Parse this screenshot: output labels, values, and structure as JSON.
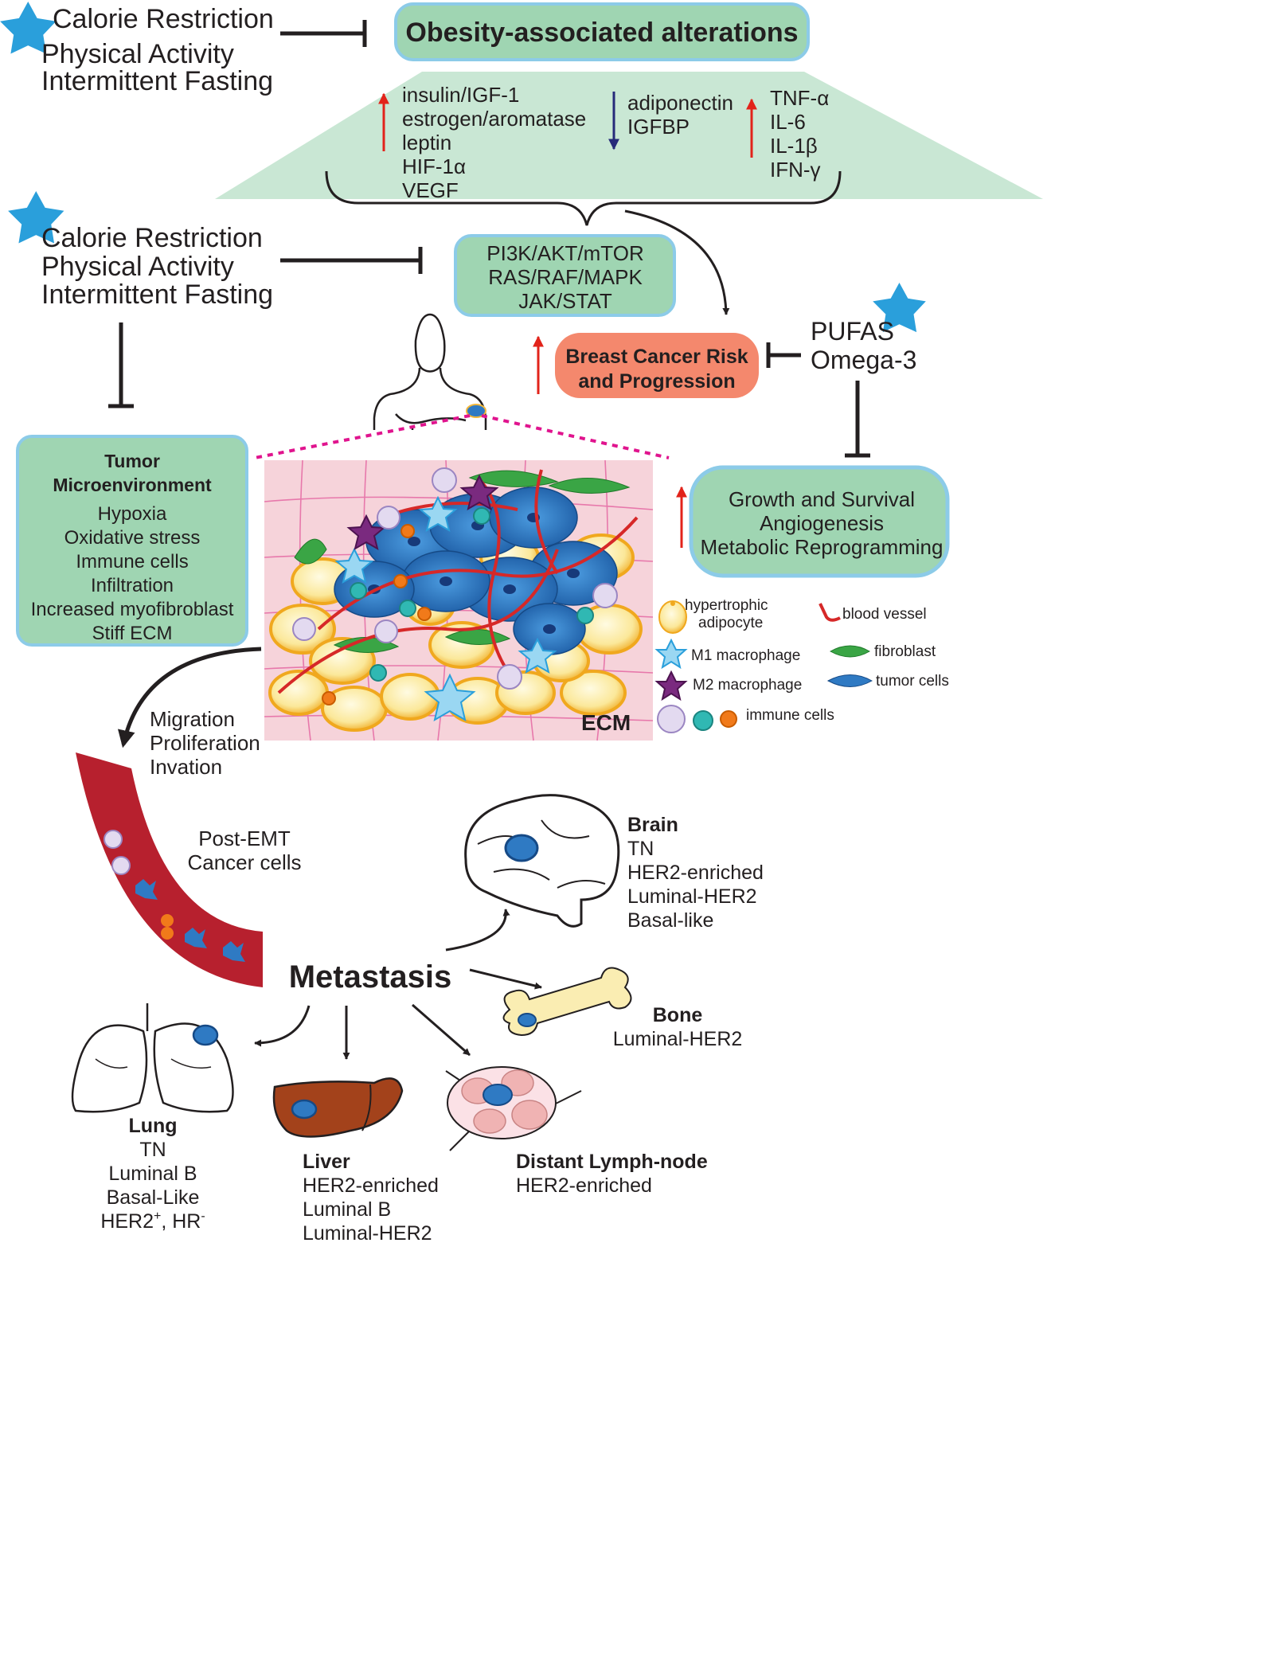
{
  "interventions_top": [
    "Calorie Restriction",
    "Physical Activity",
    "Intermittent Fasting"
  ],
  "interventions_mid": [
    "Calorie Restriction",
    "Physical Activity",
    "Intermittent Fasting"
  ],
  "obesity": {
    "title": "Obesity-associated alterations",
    "up_left": [
      "insulin/IGF-1",
      "estrogen/aromatase",
      "leptin",
      "HIF-1α",
      "VEGF"
    ],
    "down_mid": [
      "adiponectin",
      "IGFBP"
    ],
    "up_right": [
      "TNF-α",
      "IL-6",
      "IL-1β",
      "IFN-γ"
    ]
  },
  "pathways": [
    "PI3K/AKT/mTOR",
    "RAS/RAF/MAPK",
    "JAK/STAT"
  ],
  "risk": [
    "Breast Cancer Risk",
    "and Progression"
  ],
  "pufas": [
    "PUFAS",
    "Omega-3"
  ],
  "growth": [
    "Growth and Survival",
    "Angiogenesis",
    "Metabolic Reprogramming"
  ],
  "tme": {
    "title": [
      "Tumor",
      "Microenvironment"
    ],
    "items": [
      "Hypoxia",
      "Oxidative stress",
      "Immune cells",
      "Infiltration",
      "Increased myofibroblast",
      "Stiff ECM"
    ]
  },
  "ecm_label": "ECM",
  "legend": {
    "adipocyte": [
      "hypertrophic",
      "adipocyte"
    ],
    "blood_vessel": "blood vessel",
    "m1": "M1 macrophage",
    "fibroblast": "fibroblast",
    "m2": "M2 macrophage",
    "tumor": "tumor cells",
    "immune": "immune cells"
  },
  "migration": [
    "Migration",
    "Proliferation",
    "Invation"
  ],
  "post_emt": [
    "Post-EMT",
    "Cancer cells"
  ],
  "metastasis": "Metastasis",
  "brain": {
    "title": "Brain",
    "items": [
      "TN",
      "HER2-enriched",
      "Luminal-HER2",
      "Basal-like"
    ]
  },
  "bone": {
    "title": "Bone",
    "items": [
      "Luminal-HER2"
    ]
  },
  "lung": {
    "title": "Lung",
    "items": [
      "TN",
      "Luminal B",
      "Basal-Like"
    ],
    "her2_base": "HER2",
    "her2_sup": "+",
    "hr_base": ", HR",
    "hr_sup": "-"
  },
  "liver": {
    "title": "Liver",
    "items": [
      "HER2-enriched",
      "Luminal B",
      "Luminal-HER2"
    ]
  },
  "lymph": {
    "title": "Distant Lymph-node",
    "items": [
      "HER2-enriched"
    ]
  },
  "colors": {
    "green_box": "#9fd5b2",
    "green_light": "#c9e7d4",
    "box_border": "#8ccbe8",
    "salmon": "#f4886d",
    "pink_bg": "#f6d3da",
    "vessel": "#b7202e",
    "tumor": "#2f7ac3",
    "adipocyte": "#fbe89a",
    "star": "#2a9fdb",
    "arrow_up": "#e2231a",
    "arrow_down": "#262a7a"
  }
}
